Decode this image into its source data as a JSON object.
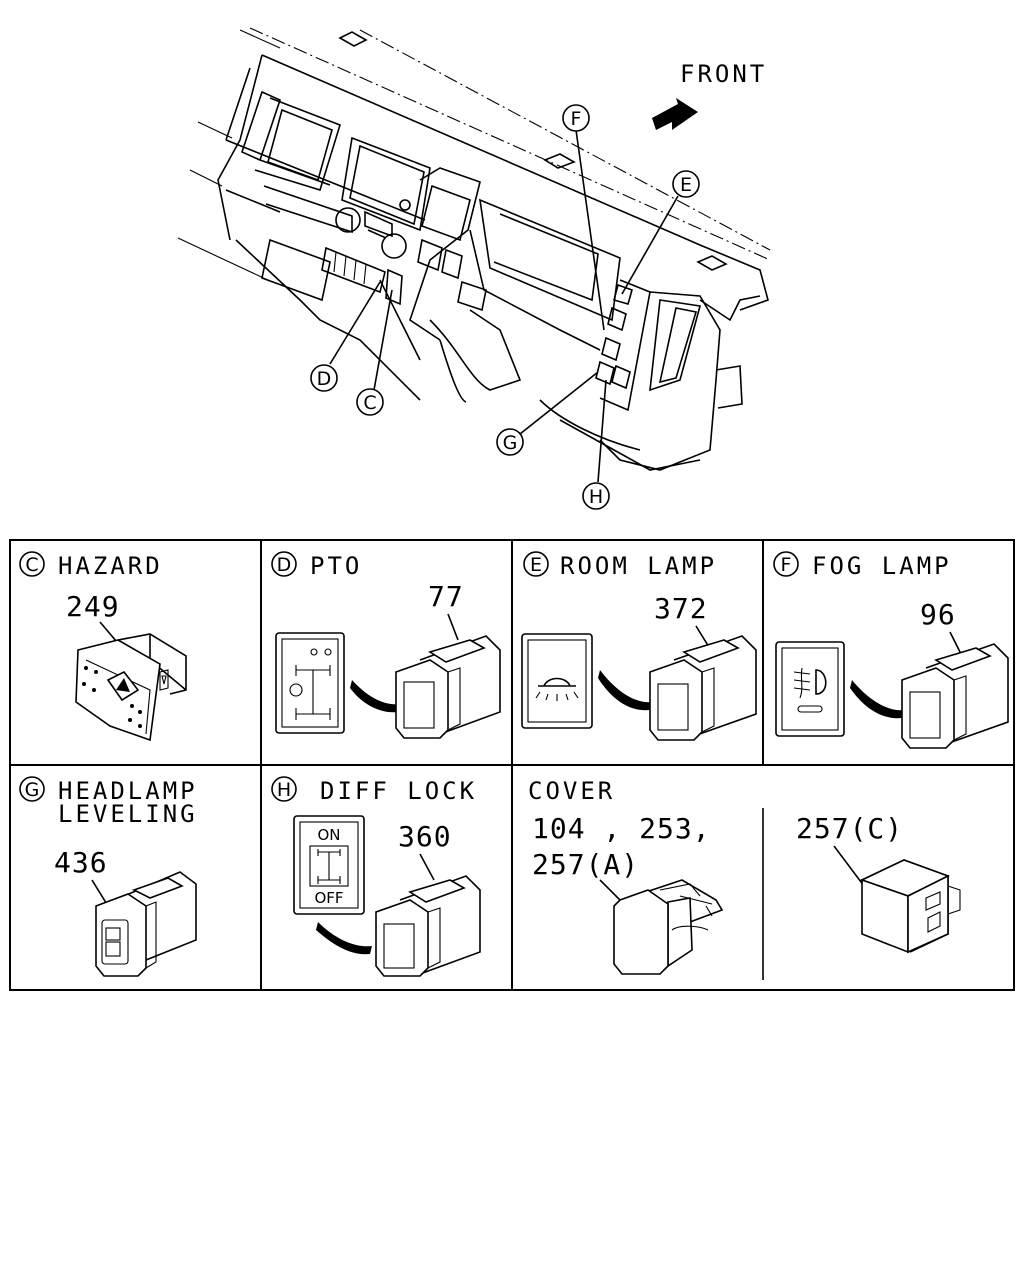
{
  "overview": {
    "front_label": "FRONT",
    "callouts": [
      "F",
      "E",
      "D",
      "C",
      "G",
      "H"
    ]
  },
  "panels": {
    "c": {
      "letter": "C",
      "title": "HAZARD",
      "part": "249"
    },
    "d": {
      "letter": "D",
      "title": "PTO",
      "part": "77"
    },
    "e": {
      "letter": "E",
      "title": "ROOM LAMP",
      "part": "372"
    },
    "f": {
      "letter": "F",
      "title": "FOG LAMP",
      "part": "96"
    },
    "g": {
      "letter": "G",
      "title_line1": "HEADLAMP",
      "title_line2": "LEVELING",
      "part": "436"
    },
    "h": {
      "letter": "H",
      "title": "DIFF LOCK",
      "part": "360",
      "switch_on": "ON",
      "switch_off": "OFF"
    },
    "cover": {
      "title": "COVER",
      "part_line1": "104 , 253,",
      "part_line2": "257(A)",
      "part_right": "257(C)"
    }
  },
  "colors": {
    "line": "#000000",
    "background": "#ffffff"
  }
}
